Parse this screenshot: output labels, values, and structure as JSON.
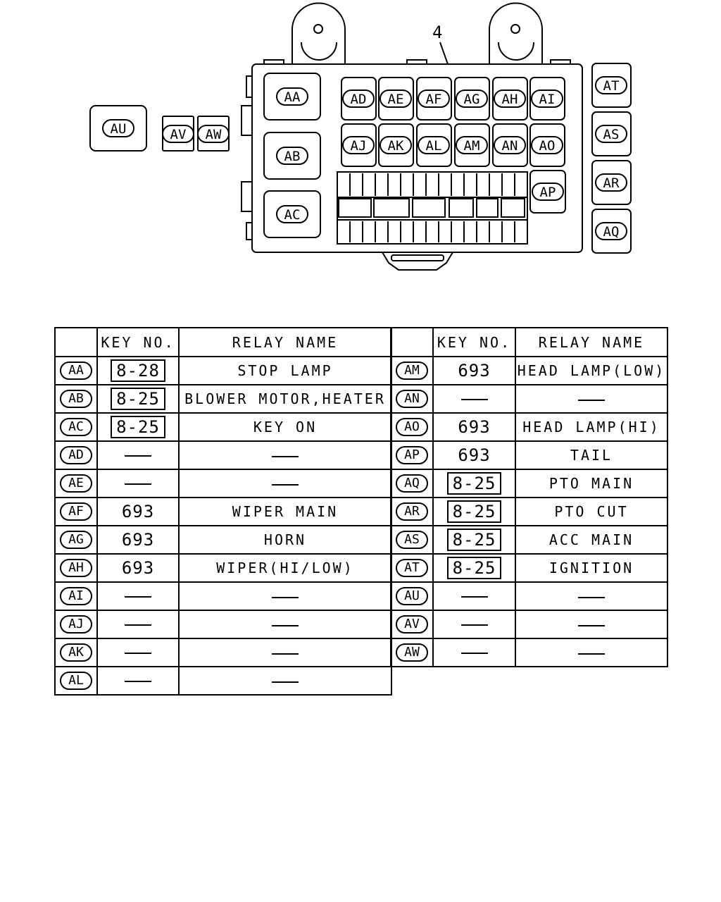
{
  "figure_number": "4",
  "relay_positions": {
    "main_large": [
      "AA",
      "AB",
      "AC"
    ],
    "row1": [
      "AD",
      "AE",
      "AF",
      "AG",
      "AH",
      "AI"
    ],
    "row2": [
      "AJ",
      "AK",
      "AL",
      "AM",
      "AN",
      "AO"
    ],
    "side": "AP",
    "right_column": [
      "AT",
      "AS",
      "AR",
      "AQ"
    ],
    "left_separate": [
      "AU",
      "AV",
      "AW"
    ]
  },
  "table": {
    "headers": {
      "key": "KEY NO.",
      "name": "RELAY NAME"
    },
    "left_rows": [
      {
        "pos": "AA",
        "key": "8-28",
        "boxed": true,
        "name": "STOP LAMP"
      },
      {
        "pos": "AB",
        "key": "8-25",
        "boxed": true,
        "name": "BLOWER MOTOR,HEATER"
      },
      {
        "pos": "AC",
        "key": "8-25",
        "boxed": true,
        "name": "KEY ON"
      },
      {
        "pos": "AD",
        "key": "",
        "boxed": false,
        "name": ""
      },
      {
        "pos": "AE",
        "key": "",
        "boxed": false,
        "name": ""
      },
      {
        "pos": "AF",
        "key": "693",
        "boxed": false,
        "name": "WIPER MAIN"
      },
      {
        "pos": "AG",
        "key": "693",
        "boxed": false,
        "name": "HORN"
      },
      {
        "pos": "AH",
        "key": "693",
        "boxed": false,
        "name": "WIPER(HI/LOW)"
      },
      {
        "pos": "AI",
        "key": "",
        "boxed": false,
        "name": ""
      },
      {
        "pos": "AJ",
        "key": "",
        "boxed": false,
        "name": ""
      },
      {
        "pos": "AK",
        "key": "",
        "boxed": false,
        "name": ""
      },
      {
        "pos": "AL",
        "key": "",
        "boxed": false,
        "name": ""
      }
    ],
    "right_rows": [
      {
        "pos": "AM",
        "key": "693",
        "boxed": false,
        "name": "HEAD LAMP(LOW)"
      },
      {
        "pos": "AN",
        "key": "",
        "boxed": false,
        "name": ""
      },
      {
        "pos": "AO",
        "key": "693",
        "boxed": false,
        "name": "HEAD LAMP(HI)"
      },
      {
        "pos": "AP",
        "key": "693",
        "boxed": false,
        "name": "TAIL"
      },
      {
        "pos": "AQ",
        "key": "8-25",
        "boxed": true,
        "name": "PTO MAIN"
      },
      {
        "pos": "AR",
        "key": "8-25",
        "boxed": true,
        "name": "PTO CUT"
      },
      {
        "pos": "AS",
        "key": "8-25",
        "boxed": true,
        "name": "ACC MAIN"
      },
      {
        "pos": "AT",
        "key": "8-25",
        "boxed": true,
        "name": "IGNITION"
      },
      {
        "pos": "AU",
        "key": "",
        "boxed": false,
        "name": ""
      },
      {
        "pos": "AV",
        "key": "",
        "boxed": false,
        "name": ""
      },
      {
        "pos": "AW",
        "key": "",
        "boxed": false,
        "name": ""
      }
    ]
  }
}
